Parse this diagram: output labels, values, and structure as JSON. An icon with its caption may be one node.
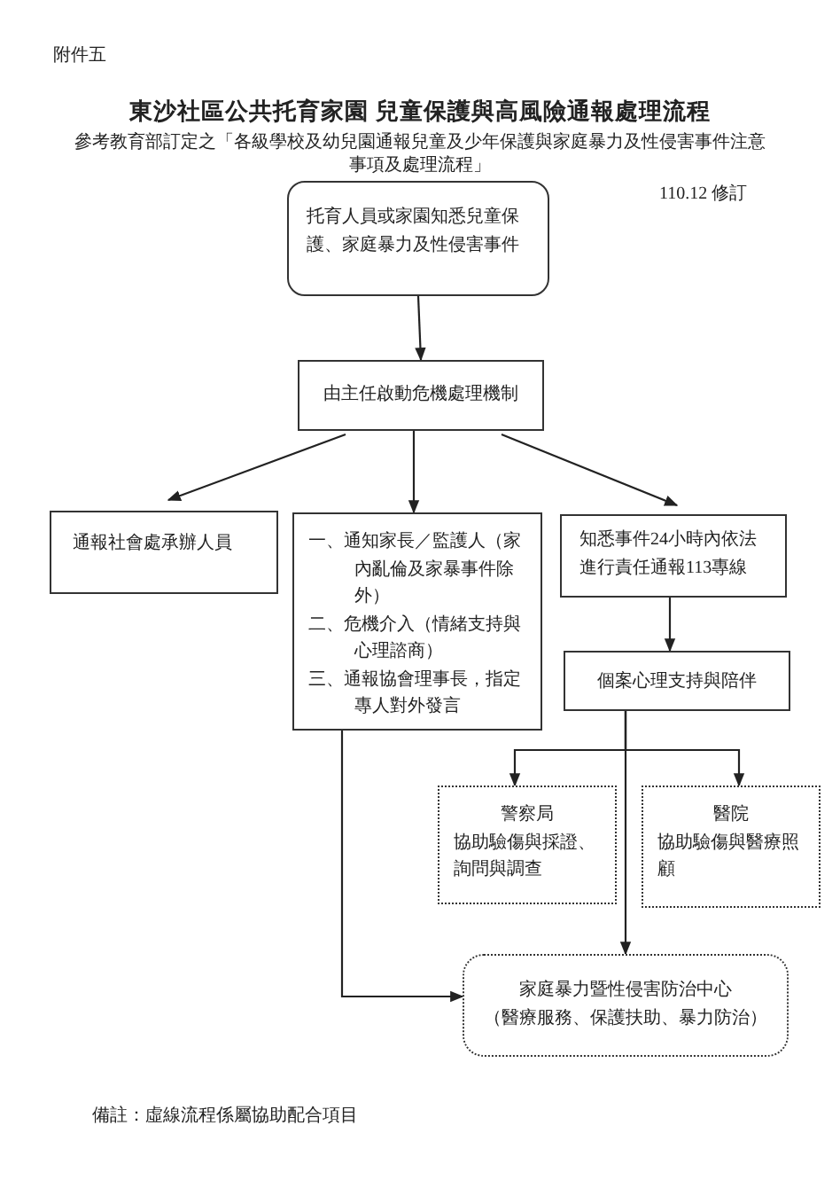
{
  "diagram": {
    "title": "東沙社區公共托育家園 兒童保護與高風險通報處理流程",
    "nodes": [
      {
        "text": [
          "托育人員或家園知悉兒童保護、家庭暴力及性侵害事件"
        ]
      },
      {
        "text": [
          "由主任啟動危機處理機制"
        ]
      },
      {
        "text": [
          "通報社會處承辦人員"
        ]
      },
      {
        "text": [
          "一、通知家長／監護人（家內亂倫及家暴事件除外）",
          "二、危機介入（情緒支持與心理諮商）",
          "三、通報協會理事長，指定專人對外發言"
        ]
      },
      {
        "text": [
          "知悉事件24小時內依法進行責任通報113專線"
        ]
      },
      {
        "text": [
          "個案心理支持與陪伴"
        ]
      },
      {
        "text": [
          "警察局",
          "協助驗傷與採證、詢問與調查"
        ]
      },
      {
        "text": [
          "醫院",
          "協助驗傷與醫療照顧"
        ]
      },
      {
        "text": [
          "家庭暴力暨性侵害防治中心",
          "（醫療服務、保護扶助、暴力防治）"
        ]
      }
    ],
    "edges": [
      {
        "from": 0,
        "to": 1,
        "arrow": "to"
      },
      {
        "from": 1,
        "to": 2,
        "arrow": "to"
      },
      {
        "from": 1,
        "to": 3,
        "arrow": "to"
      },
      {
        "from": 1,
        "to": 4,
        "arrow": "to"
      },
      {
        "from": 4,
        "to": 5,
        "arrow": "to"
      },
      {
        "from": 5,
        "to": 6,
        "arrow": "to"
      },
      {
        "from": 5,
        "to": 7,
        "arrow": "to"
      },
      {
        "from": 5,
        "to": 8,
        "arrow": "to"
      },
      {
        "from": 3,
        "to": 8,
        "arrow": "to"
      }
    ],
    "labels": [
      "附件五",
      "參考教育部訂定之「各級學校及幼兒園通報兒童及少年保護與家庭暴力及性侵害事件注意事項及處理流程」",
      "110.12 修訂",
      "備註：虛線流程係屬協助配合項目"
    ]
  }
}
